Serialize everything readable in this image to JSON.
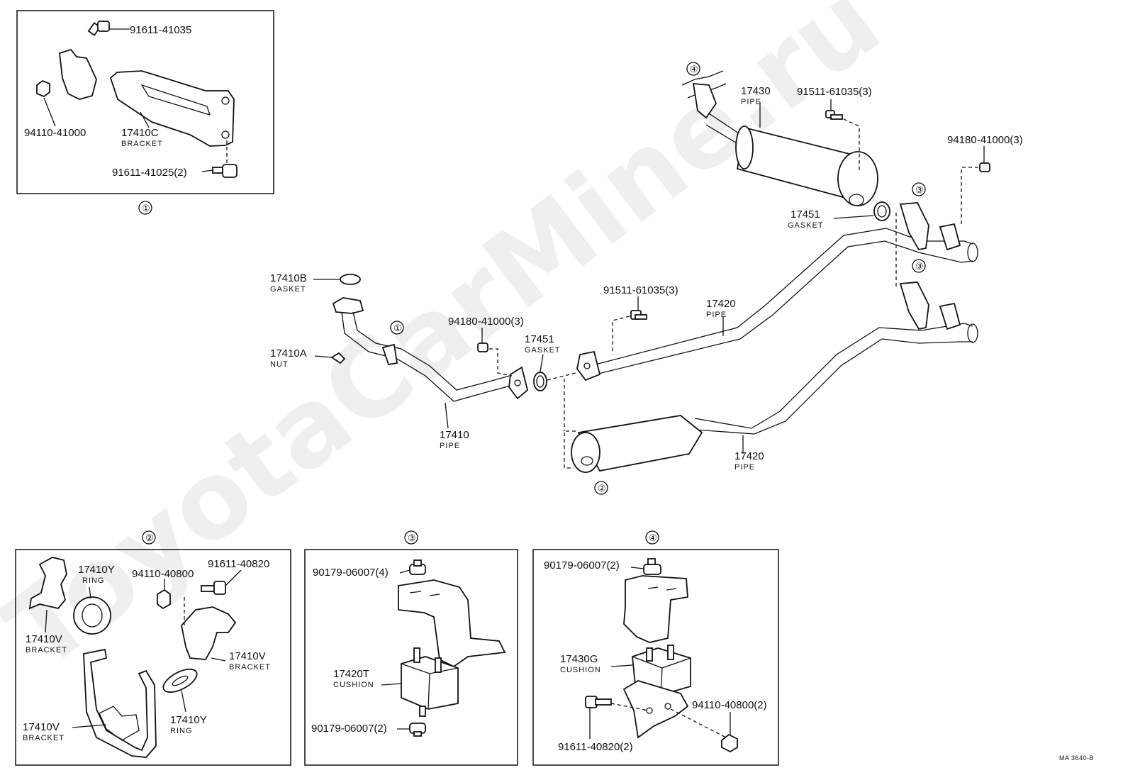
{
  "watermark": "ToyotaCarMine.ru",
  "figure_code": "MA 3640-B",
  "callouts": [
    "①",
    "②",
    "③",
    "④"
  ],
  "box1": {
    "items": [
      {
        "pn": "91611-41035",
        "name": ""
      },
      {
        "pn": "94110-41000",
        "name": ""
      },
      {
        "pn": "17410C",
        "name": "BRACKET"
      },
      {
        "pn": "91611-41025(2)",
        "name": ""
      }
    ]
  },
  "main": {
    "items": [
      {
        "pn": "17430",
        "name": "PIPE"
      },
      {
        "pn": "91511-61035(3)",
        "name": ""
      },
      {
        "pn": "94180-41000(3)",
        "name": ""
      },
      {
        "pn": "17451",
        "name": "GASKET"
      },
      {
        "pn": "17410B",
        "name": "GASKET"
      },
      {
        "pn": "17410A",
        "name": "NUT"
      },
      {
        "pn": "94180-41000(3)",
        "name": ""
      },
      {
        "pn": "17451",
        "name": "GASKET"
      },
      {
        "pn": "91511-61035(3)",
        "name": ""
      },
      {
        "pn": "17420",
        "name": "PIPE"
      },
      {
        "pn": "17410",
        "name": "PIPE"
      },
      {
        "pn": "17420",
        "name": "PIPE"
      }
    ]
  },
  "box2": {
    "items": [
      {
        "pn": "17410Y",
        "name": "RING"
      },
      {
        "pn": "94110-40800",
        "name": ""
      },
      {
        "pn": "91611-40820",
        "name": ""
      },
      {
        "pn": "17410V",
        "name": "BRACKET"
      },
      {
        "pn": "17410V",
        "name": "BRACKET"
      },
      {
        "pn": "17410V",
        "name": "BRACKET"
      },
      {
        "pn": "17410Y",
        "name": "RING"
      }
    ]
  },
  "box3": {
    "items": [
      {
        "pn": "90179-06007(4)",
        "name": ""
      },
      {
        "pn": "17420T",
        "name": "CUSHION"
      },
      {
        "pn": "90179-06007(2)",
        "name": ""
      }
    ]
  },
  "box4": {
    "items": [
      {
        "pn": "90179-06007(2)",
        "name": ""
      },
      {
        "pn": "17430G",
        "name": "CUSHION"
      },
      {
        "pn": "94110-40800(2)",
        "name": ""
      },
      {
        "pn": "91611-40820(2)",
        "name": ""
      }
    ]
  }
}
